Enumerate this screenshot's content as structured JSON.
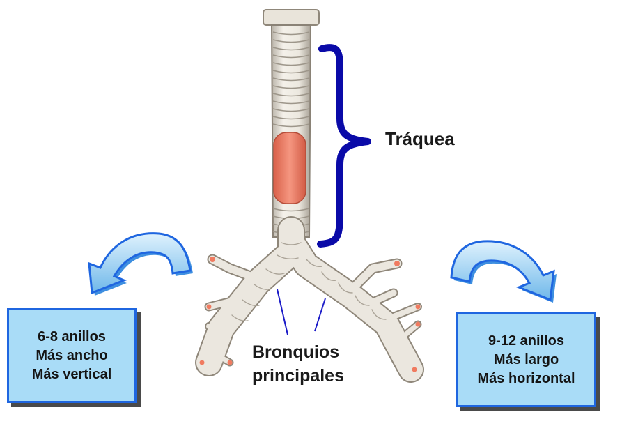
{
  "labels": {
    "trachea": "Tráquea",
    "bronchi_line1": "Bronquios",
    "bronchi_line2": "principales"
  },
  "left_box": {
    "lines": [
      "6-8 anillos",
      "Más ancho",
      "Más vertical"
    ]
  },
  "right_box": {
    "lines": [
      "9-12 anillos",
      "Más largo",
      "Más horizontal"
    ]
  },
  "colors": {
    "brace": "#0a0aa8",
    "box_fill": "#a9dcf7",
    "box_border": "#1f66e0",
    "arrow_fill": "#7cc3f0",
    "trachea_highlight": "#ee7f68",
    "cartilage": "#e8e4dc"
  }
}
